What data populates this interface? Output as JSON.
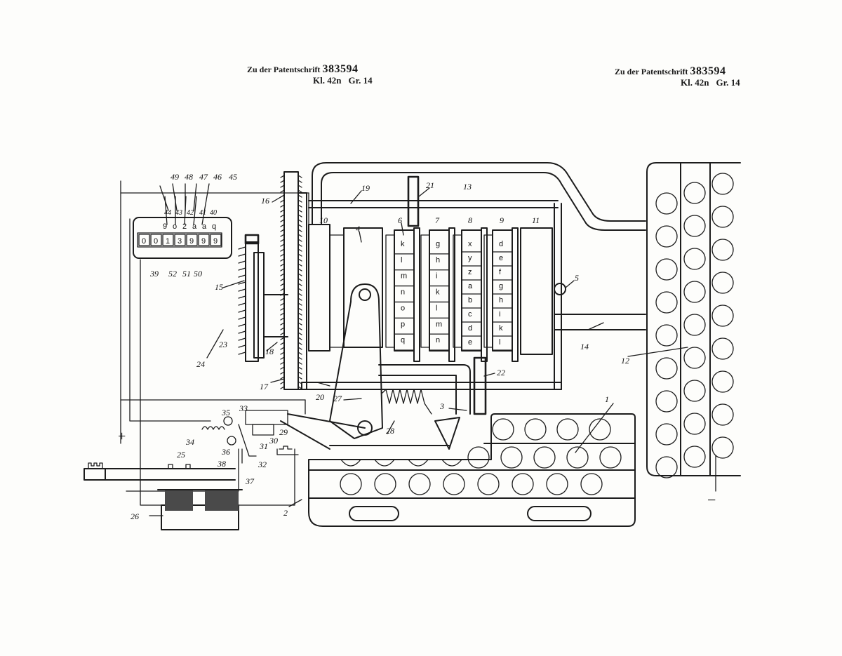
{
  "header_left": {
    "prefix": "Zu der Patentschrift",
    "number": "383594",
    "class_label": "Kl. 42n",
    "group_label": "Gr. 14"
  },
  "header_right": {
    "prefix": "Zu der Patentschrift",
    "number": "383594",
    "class_label": "Kl. 42n",
    "group_label": "Gr. 14"
  },
  "polarity": {
    "plus": "+",
    "minus": "−"
  },
  "counter_digits": [
    "0",
    "0",
    "1",
    "3",
    "9",
    "9",
    "9"
  ],
  "counter_top_letters": [
    "9",
    "o",
    "2",
    "a",
    "a",
    "q"
  ],
  "drums": [
    {
      "letters": [
        "k",
        "l",
        "m",
        "n",
        "o",
        "p",
        "q"
      ]
    },
    {
      "letters": [
        "g",
        "h",
        "i",
        "k",
        "l",
        "m",
        "n"
      ]
    },
    {
      "letters": [
        "x",
        "y",
        "z",
        "a",
        "b",
        "c",
        "d",
        "e"
      ]
    },
    {
      "letters": [
        "d",
        "e",
        "f",
        "g",
        "h",
        "i",
        "k",
        "l"
      ]
    }
  ],
  "reference_numerals": {
    "r1": "1",
    "r2": "2",
    "r3": "3",
    "r4": "4",
    "r5": "5",
    "r6": "6",
    "r7": "7",
    "r8": "8",
    "r9": "9",
    "r10": "10",
    "r11": "11",
    "r12": "12",
    "r13": "13",
    "r14": "14",
    "r15": "15",
    "r16": "16",
    "r17": "17",
    "r18": "18",
    "r19": "19",
    "r20": "20",
    "r21": "21",
    "r22": "22",
    "r23": "23",
    "r24": "24",
    "r25": "25",
    "r26": "26",
    "r27": "27",
    "r28": "28",
    "r29": "29",
    "r30": "30",
    "r31": "31",
    "r32": "32",
    "r33": "33",
    "r34": "34",
    "r35": "35",
    "r36": "36",
    "r37": "37",
    "r38": "38",
    "r39": "39",
    "r40": "40",
    "r41": "41",
    "r42": "42",
    "r43": "43",
    "r44": "44",
    "r45": "45",
    "r46": "46",
    "r47": "47",
    "r48": "48",
    "r49": "49",
    "r50": "50",
    "r51": "51",
    "r52": "52"
  }
}
